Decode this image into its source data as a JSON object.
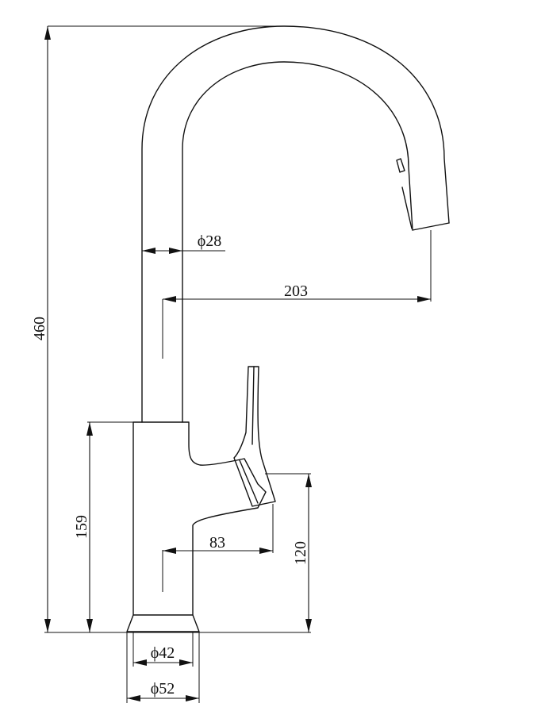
{
  "drawing": {
    "dimensions": {
      "total_height": "460",
      "body_height": "159",
      "lever_height": "120",
      "spout_reach": "203",
      "lever_reach": "83",
      "tube_diameter": "ϕ28",
      "base_inner_diameter": "ϕ42",
      "base_outer_diameter": "ϕ52"
    },
    "colors": {
      "line": "#111111",
      "background": "#ffffff"
    }
  }
}
